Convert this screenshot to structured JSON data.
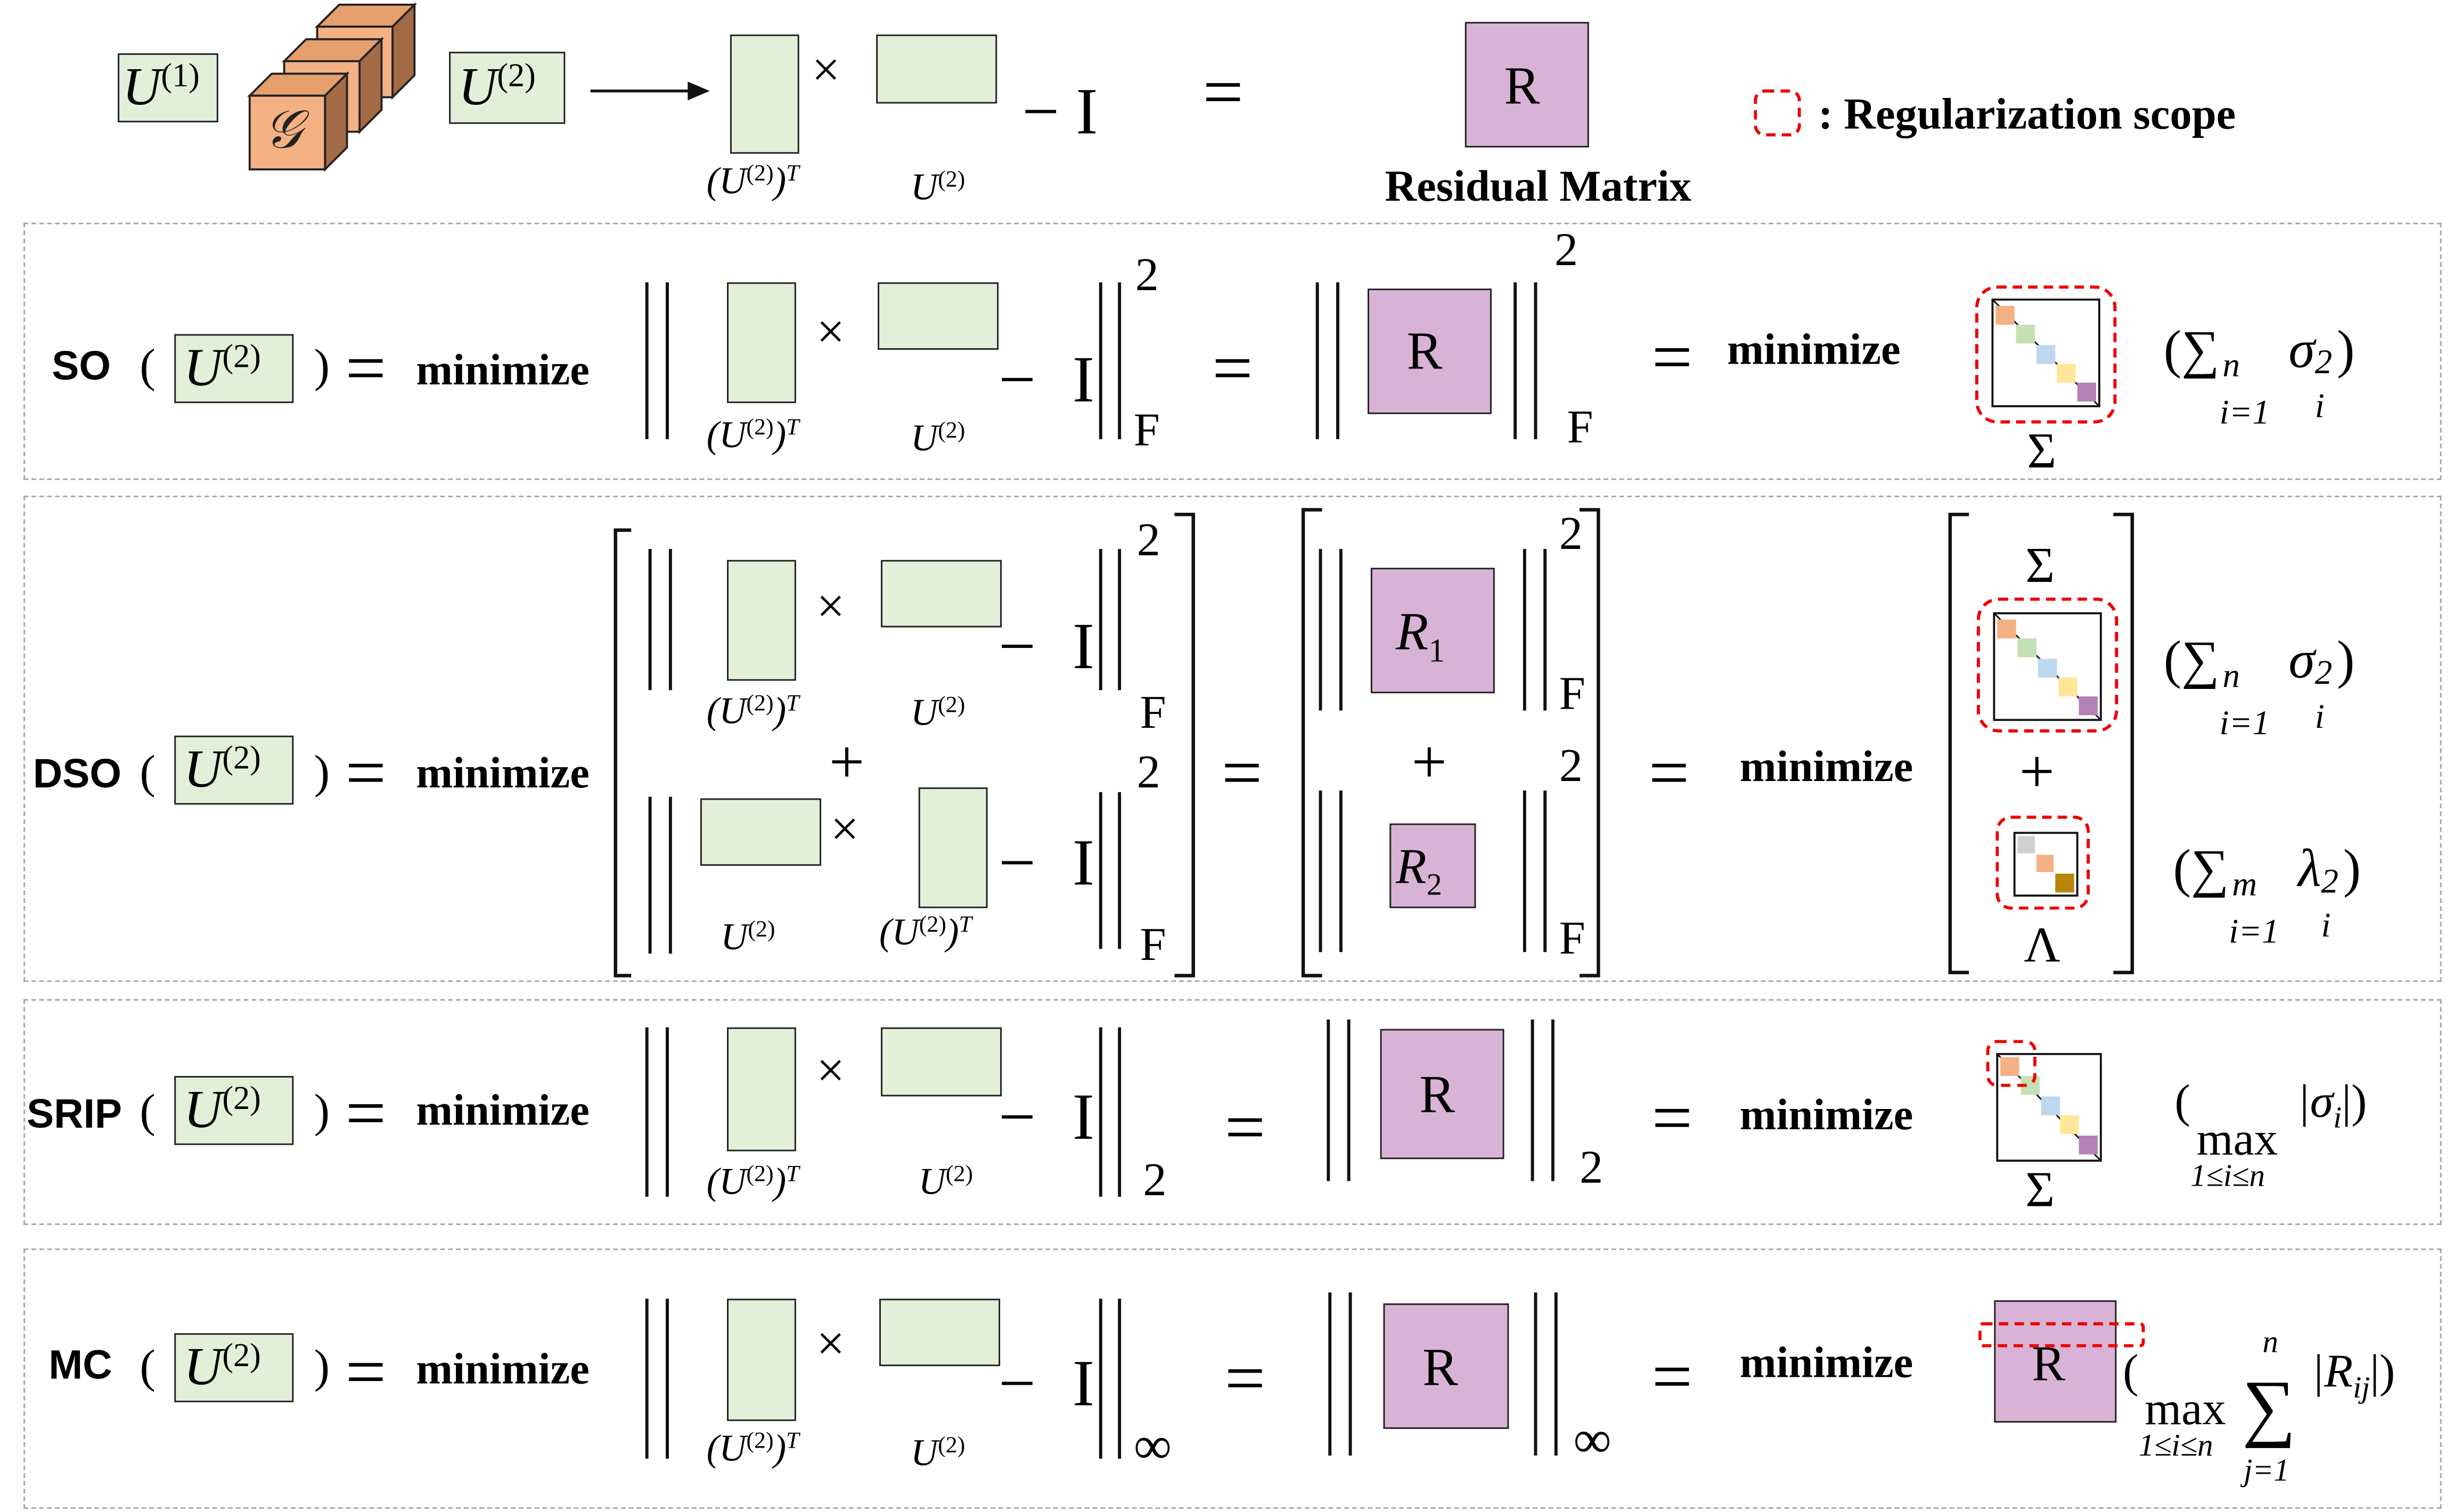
{
  "header": {
    "u1": "U",
    "u1_sup": "(1)",
    "core": "𝒢",
    "u2": "U",
    "u2_sup": "(2)",
    "times": "×",
    "minus_i": "− I",
    "equals": "=",
    "r": "R",
    "residual_label": "Residual Matrix",
    "legend_text": ": Regularization scope"
  },
  "labels": {
    "ut": "(U",
    "ut_sup": "(2)",
    "ut_close": ")",
    "ut_t": "T",
    "u": "U",
    "u_sup": "(2)",
    "minimize": "minimize",
    "I": "I",
    "minus": "−",
    "F": "F",
    "sq": "2",
    "plus": "+",
    "sigma": "Σ",
    "lambda": "Λ",
    "inf": "∞",
    "two": "2",
    "open_paren": "(",
    "close_paren": ")"
  },
  "so": {
    "name": "SO",
    "sum_text": "(∑",
    "sum_idx": "i=1",
    "sum_top": "n",
    "sum_var": "σ",
    "sum_var_sub": "i",
    "sum_var_sup": "2",
    "sum_close": ")"
  },
  "dso": {
    "name": "DSO",
    "r1": "R",
    "r1_sub": "1",
    "r2": "R",
    "r2_sub": "2",
    "sum1_text": "(∑",
    "sum1_idx": "i=1",
    "sum1_top": "n",
    "sum1_var": "σ",
    "sum1_sub": "i",
    "sum1_sup": "2",
    "sum1_close": ")",
    "sum2_text": "(∑",
    "sum2_idx": "i=1",
    "sum2_top": "m",
    "sum2_var": "λ",
    "sum2_sub": "i",
    "sum2_sup": "2",
    "sum2_close": ")"
  },
  "srip": {
    "name": "SRIP",
    "max_open": "(",
    "max": "max",
    "max_idx": "1≤i≤n",
    "max_arg": "|σ",
    "max_arg_sub": "i",
    "max_arg_close": "|)"
  },
  "mc": {
    "name": "MC",
    "max_open": "(",
    "max": "max",
    "max_idx": "1≤i≤n",
    "sum": "∑",
    "sum_top": "n",
    "sum_bottom": "j=1",
    "term": "|R",
    "term_sub": "ij",
    "term_close": "|)"
  },
  "colors": {
    "matrix_green": "#e2efd9",
    "residual_purple": "#d9b3d6",
    "core_orange": "#f4b183",
    "scope_red": "#ee0000",
    "panel_border": "#a6a6a6",
    "diag_colors": [
      "#f4b183",
      "#c5e0b4",
      "#bdd7ee",
      "#ffe699",
      "#b481b4"
    ],
    "lambda_diag_colors": [
      "#d0d0d0",
      "#f4b183",
      "#b8860b"
    ]
  }
}
